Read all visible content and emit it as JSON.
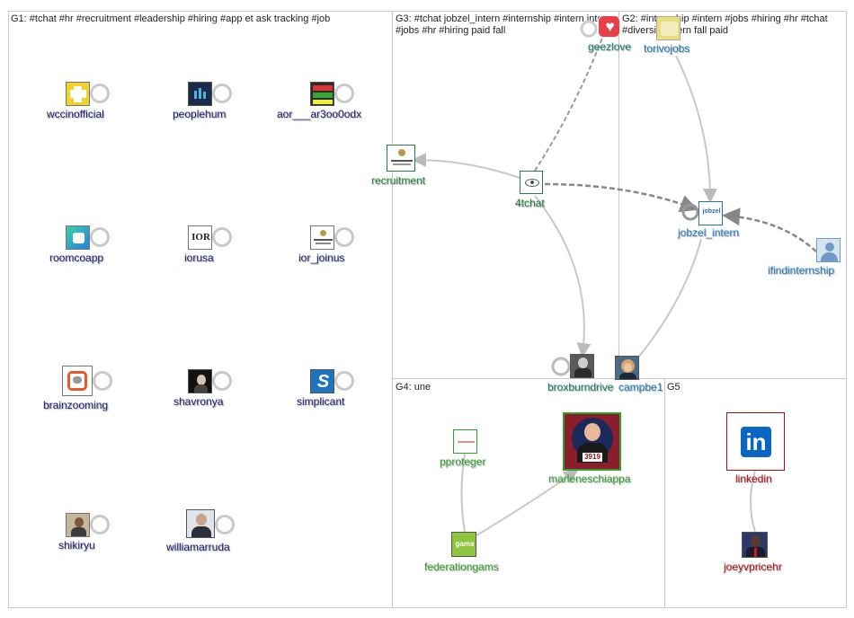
{
  "groups": {
    "g1": "G1: #tchat #hr #recruitment #leadership #hiring #app et ask tracking #job",
    "g3": "G3: #tchat jobzel_intern #internship #intern intern #jobs #hr #hiring paid fall",
    "g2": "G2: #internship #intern #jobs #hiring #hr #tchat #diversity intern fall paid",
    "g4": "G4: une",
    "g5": "G5"
  },
  "nodes": {
    "wccinofficial": "wccinofficial",
    "peoplehum": "peoplehum",
    "aor": "aor___ar3oo0odx",
    "roomcoapp": "roomcoapp",
    "iorusa": "iorusa",
    "ior_joinus": "ior_joinus",
    "brainzooming": "brainzooming",
    "shavronya": "shavronya",
    "simplicant": "simplicant",
    "shikiryu": "shikiryu",
    "williamarruda": "williamarruda",
    "recruitment": "recruitment",
    "tchat": "4tchat",
    "geezlove": "geezlove",
    "torivojobs": "torivojobs",
    "jobzel_intern": "jobzel_intern",
    "ifindinternship": "ifindinternship",
    "broxburndrive": "broxburndrive",
    "campbe1": "campbe1",
    "pproteger": "pproteger",
    "marleneschiappa": "marleneschiappa",
    "federationgams": "federationgams",
    "linkedin": "linkedin",
    "joeyvpricehr": "joeyvpricehr"
  },
  "icons": {
    "ior_text": "IOR",
    "jobzel_text": "jobzel",
    "linkedin_text": "in",
    "gams_text": "gams",
    "marlene_text": "3919"
  }
}
